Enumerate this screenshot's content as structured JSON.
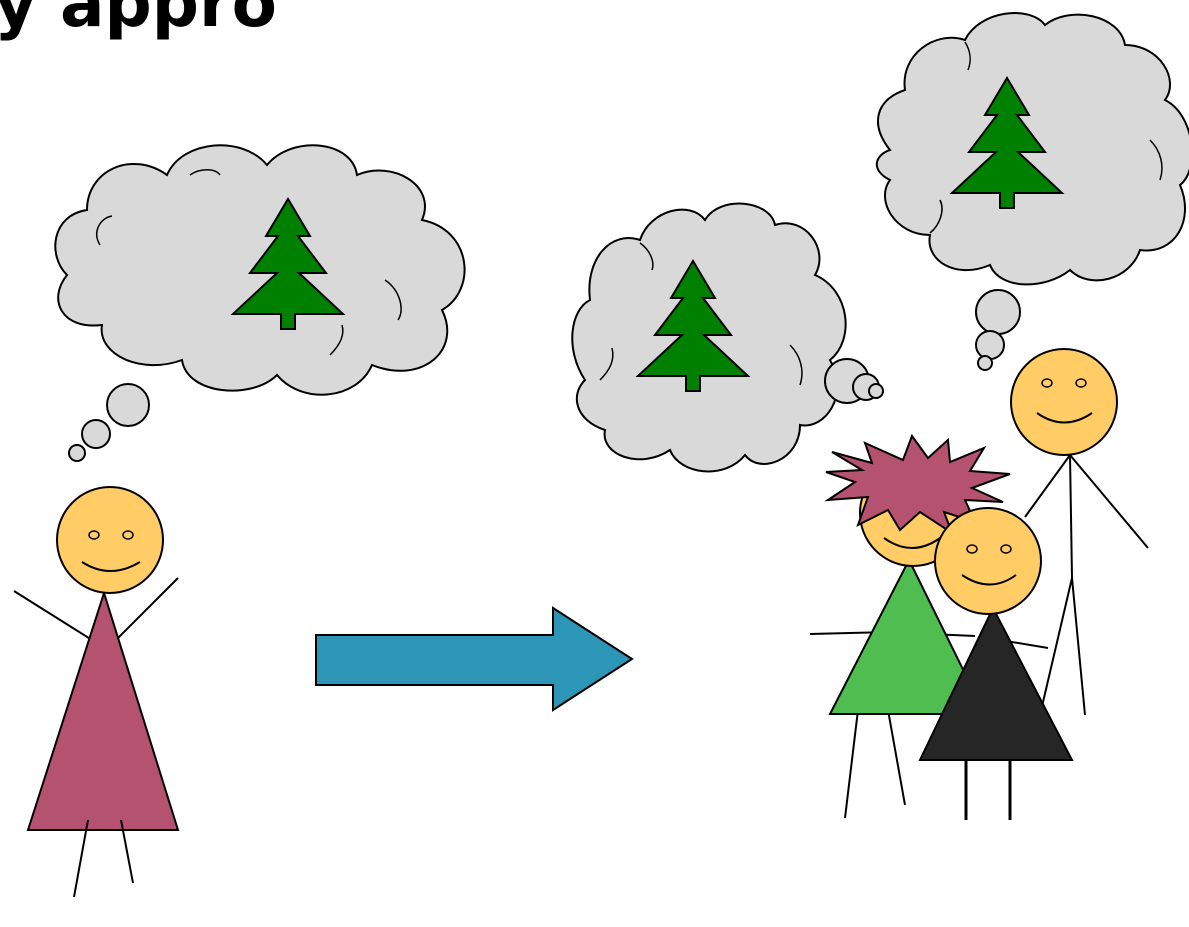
{
  "slide": {
    "title_fragment": "y appro"
  },
  "colors": {
    "background": "#ffffff",
    "cloud_fill": "#d9d9d9",
    "tree_fill": "#008000",
    "skin": "#ffcc66",
    "dress_pink": "#b5526f",
    "hair_pink": "#b5526f",
    "dress_green": "#4fbd4f",
    "dress_black": "#262626",
    "arrow_fill": "#2d95b5",
    "outline": "#000000"
  },
  "scene": {
    "left_person": {
      "thought": "tree-icon",
      "dress": "pink"
    },
    "transition": "arrow-right-icon",
    "group": [
      {
        "role": "woman-with-spiky-hair",
        "dress": "green",
        "thought": "tree-icon"
      },
      {
        "role": "woman",
        "dress": "black"
      },
      {
        "role": "man",
        "thought": "tree-icon"
      }
    ]
  }
}
